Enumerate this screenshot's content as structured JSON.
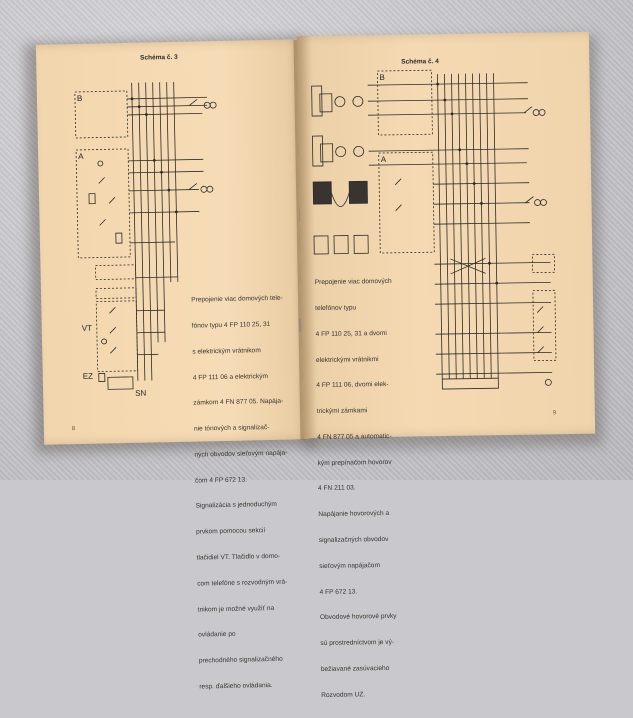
{
  "left_page": {
    "title": "Schéma č. 3",
    "page_number": "8",
    "body_lines": [
      "Prepojenie viac domových tele-",
      "fónov typu 4 FP 110 25, 31",
      "s elektrickým vrátnikom",
      "4 FP 111 06 a elektrickým",
      "zámkom 4 FN 877 05. Napája-",
      "nie tónových a signalizač-",
      "ných obvodov sieťovým napája-",
      "čom 4 FP 672 13.",
      "Signalizácia s jednoduchým",
      "prvkom pomocou sekcií",
      "tlačidiel VT. Tlačidlo v domo-",
      "com telefóne s rozvodným vrá-",
      "tnikom je možné využiť na",
      "ovládanie po",
      "prechodného signalizačného",
      "resp. ďalšieho ovládania."
    ],
    "labels": {
      "b": "B",
      "a": "A",
      "vt": "VT",
      "ez": "EZ",
      "sn": "SN"
    }
  },
  "right_page": {
    "title": "Schéma č. 4",
    "page_number": "9",
    "body_lines": [
      "Prepojenie viac domových",
      "telefónov typu",
      "4 FP 110 25, 31 a dvomi",
      "elektrickými vrátnikmi",
      "4 FP 111 06, dvomi elek-",
      "trickými zámkami",
      "4 FN 877 05 a automatic-",
      "kým prepínačom hovorov",
      "4 FN 211 03.",
      "Napájanie hovorových a",
      "signalizačných obvodov",
      "sieťovým napájačom",
      "4 FP 672 13.",
      "Obvodové hovorové prvky",
      "sú prostredníctvom je vý-",
      "bežiavané zasúvacieho",
      "Rozvodom UZ."
    ],
    "labels": {
      "b": "B",
      "a": "A"
    }
  },
  "colors": {
    "paper": "#f3d8b0",
    "ink": "#3a3430",
    "cloth": "#c9c9cd"
  }
}
